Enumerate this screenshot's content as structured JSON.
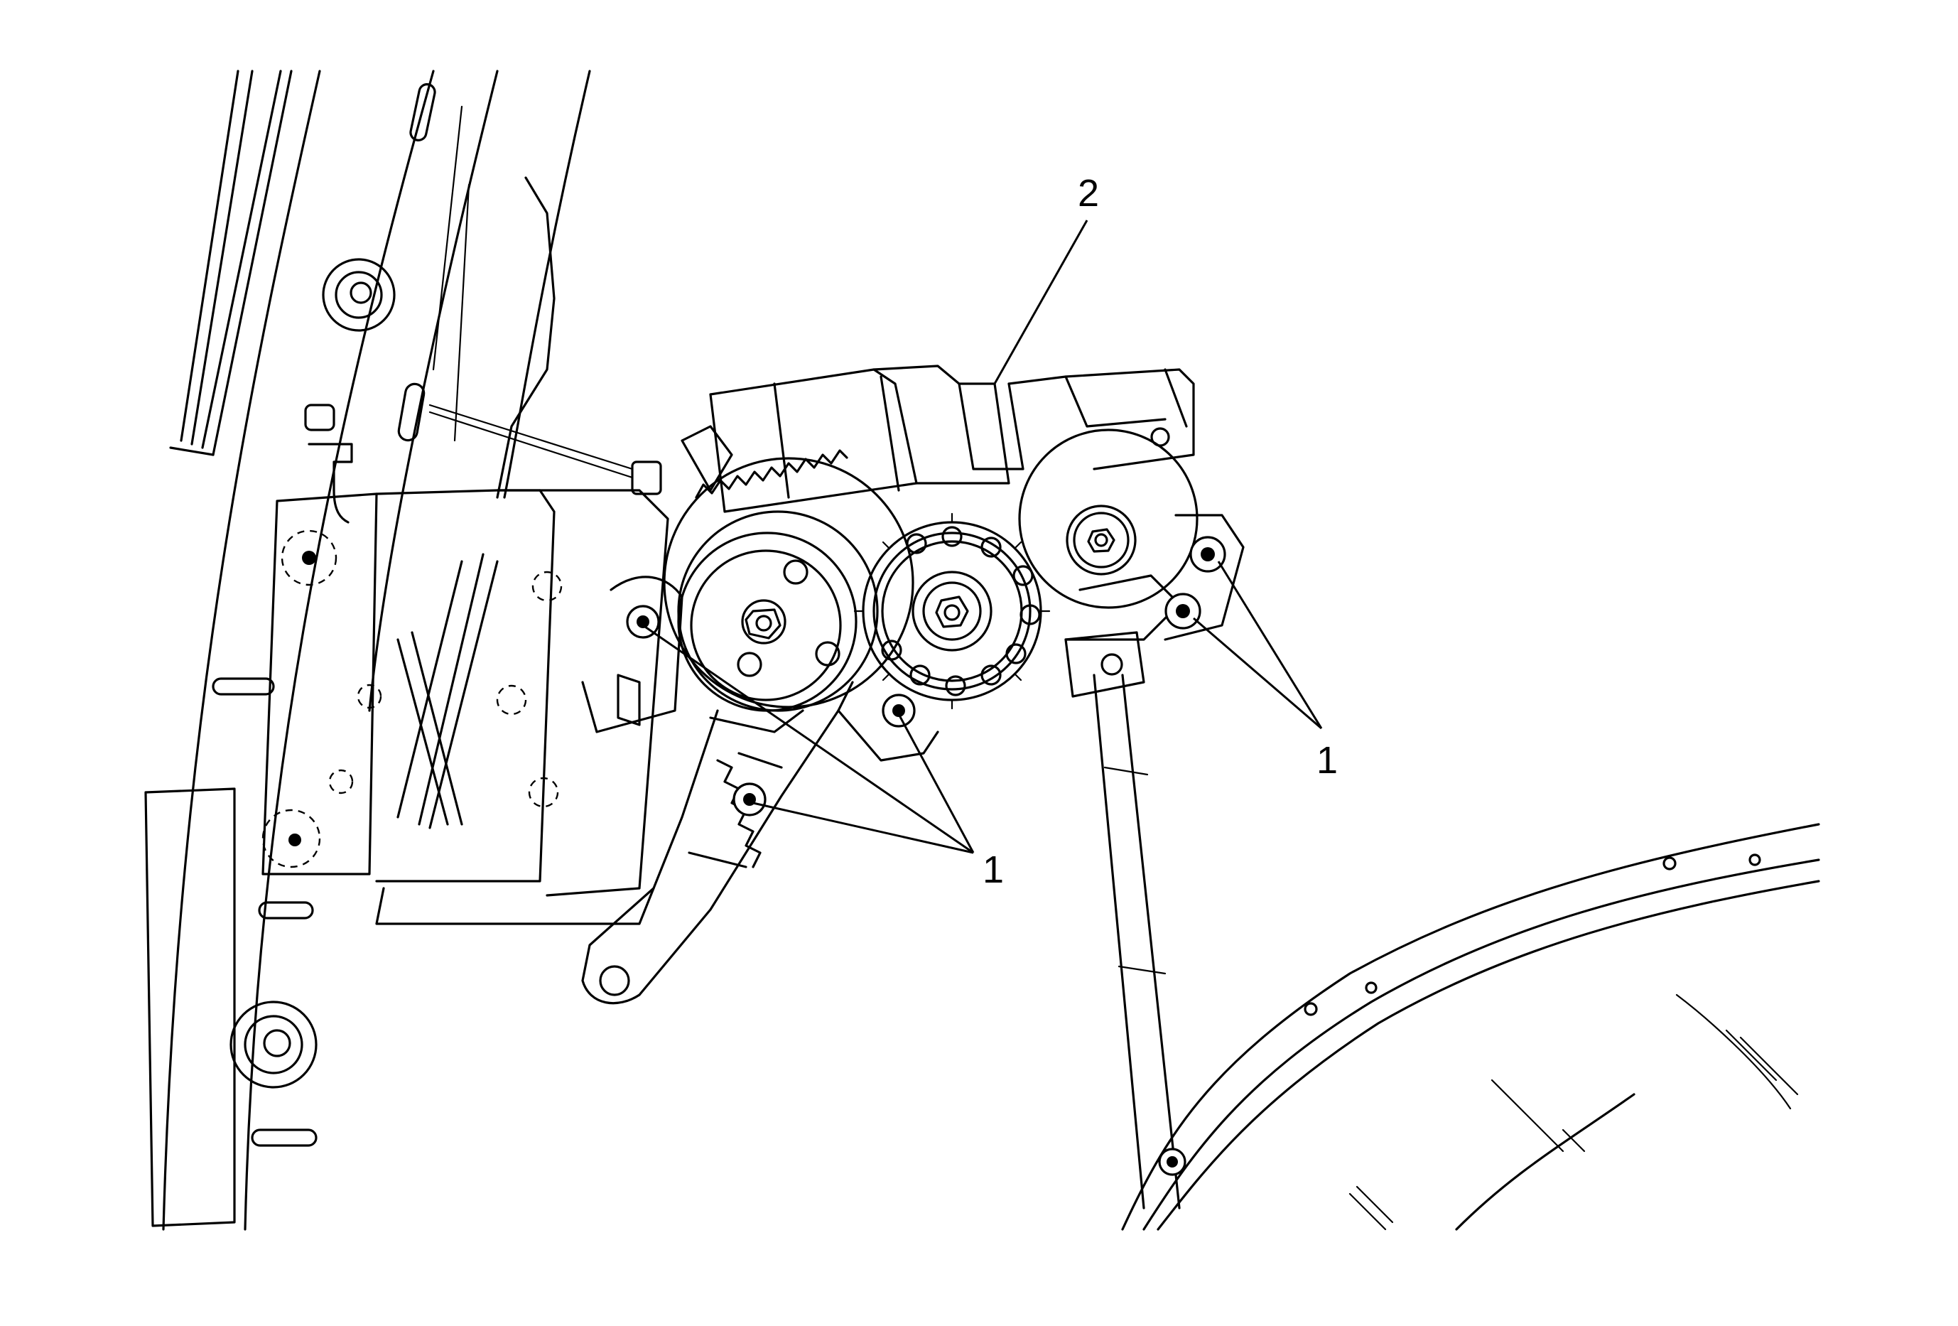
{
  "callouts": [
    {
      "id": "bolts-right",
      "label": "1"
    },
    {
      "id": "bolts-center",
      "label": "1"
    },
    {
      "id": "regulator-motor",
      "label": "2"
    }
  ],
  "colors": {
    "ink": "#000000",
    "background": "#ffffff"
  }
}
